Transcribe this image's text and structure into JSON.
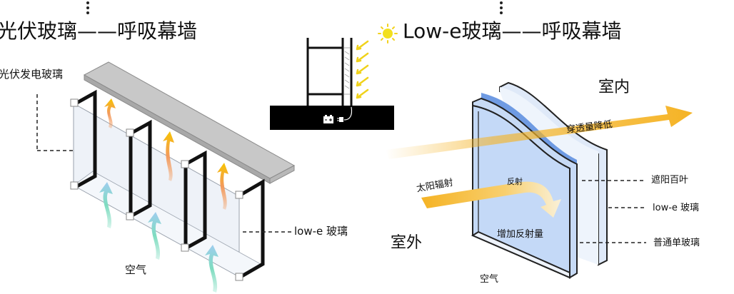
{
  "left_panel": {
    "title": "光伏玻璃——呼吸幕墙",
    "labels": {
      "pv_glass": "光伏发电玻璃",
      "lowe_glass": "low-e 玻璃",
      "air": "空气"
    }
  },
  "right_panel": {
    "title": "Low-e玻璃——呼吸幕墙",
    "labels": {
      "indoor": "室内",
      "outdoor": "室外",
      "transmission_reduced": "穿透量降低",
      "solar_radiation": "太阳辐射",
      "reflection": "反射",
      "increase_reflection": "增加反射量",
      "sunshade_louver": "遮阳百叶",
      "lowe_glass": "low-e 玻璃",
      "single_glass": "普通单玻璃",
      "air": "空气"
    }
  },
  "icons": {
    "sun": "sun-icon",
    "battery": "battery-icon",
    "plug": "plug-icon"
  },
  "colors": {
    "orange_arrow": "#f5b324",
    "glass_blue": "#bcd5f5",
    "lowe_coat": "#6f9be3",
    "sun_yellow": "#f2e01e",
    "warm_flow_yellow": "#f7c300",
    "warm_flow_orange": "#f39a5c",
    "cool_flow_blue": "#9fcdef",
    "cool_flow_green": "#7fdcc0"
  }
}
